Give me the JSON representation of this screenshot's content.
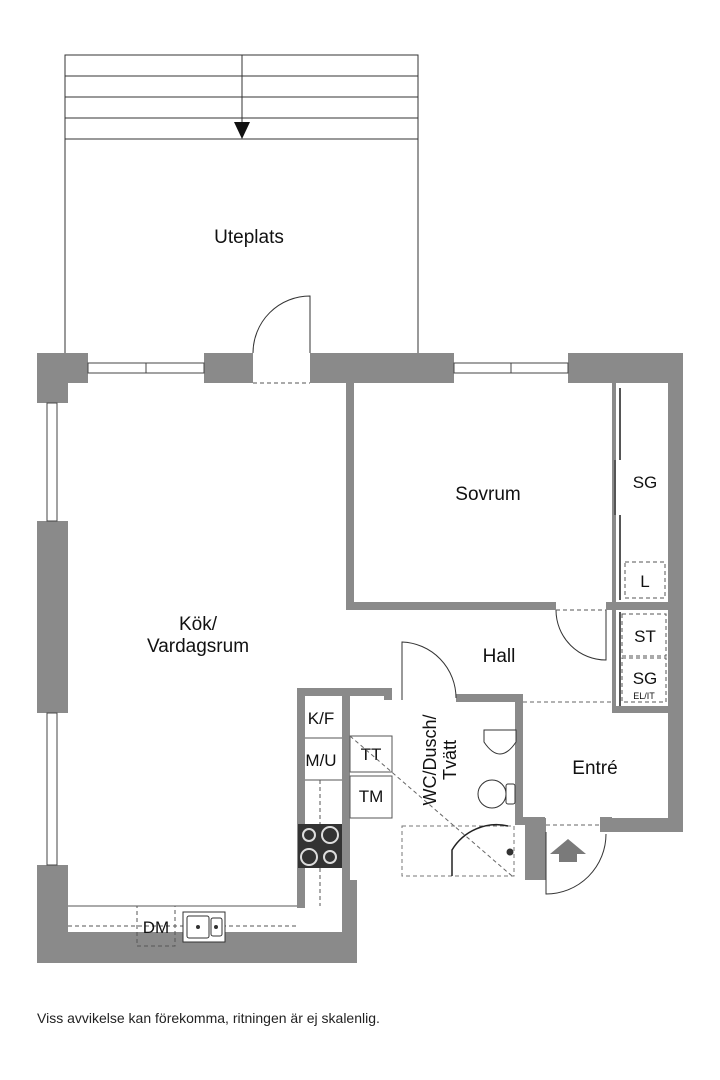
{
  "rooms": {
    "uteplats": "Uteplats",
    "sovrum": "Sovrum",
    "kok_line1": "Kök/",
    "kok_line2": "Vardagsrum",
    "hall": "Hall",
    "entre": "Entré",
    "wc_line1": "WC/Dusch/",
    "wc_line2": "Tvätt"
  },
  "fixtures": {
    "sg_bedroom": "SG",
    "l": "L",
    "st": "ST",
    "sg_hall": "SG",
    "el_it": "EL/IT",
    "kf": "K/F",
    "mu": "M/U",
    "tt": "TT",
    "tm": "TM",
    "dm": "DM"
  },
  "footer_note": "Viss avvikelse kan förekomma, ritningen är ej skalenlig.",
  "colors": {
    "wall": "#8a8a8a",
    "line": "#333333",
    "background": "#ffffff"
  }
}
